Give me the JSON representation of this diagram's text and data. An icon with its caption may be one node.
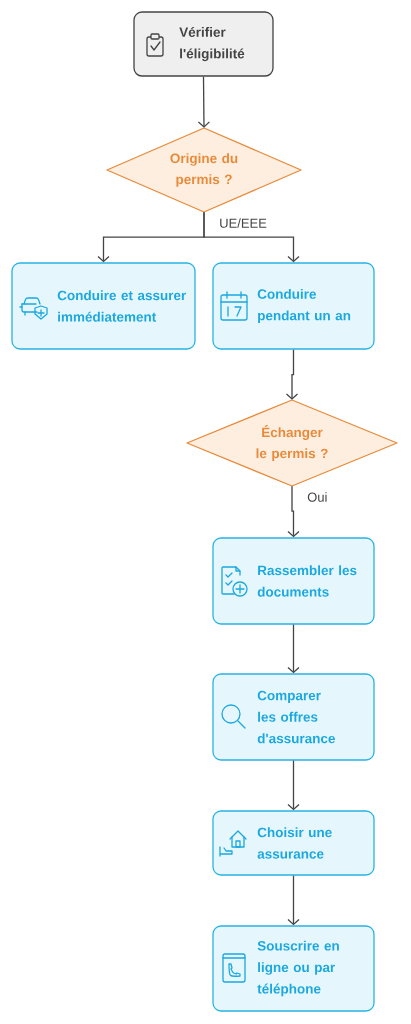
{
  "diagram": {
    "nodes": [
      {
        "text": [
          "Vérifier l'éligibilité"
        ]
      },
      {
        "text": [
          "Origine du permis ?"
        ]
      },
      {
        "text": [
          "Conduire et assurer immédiatement"
        ]
      },
      {
        "text": [
          "Conduire pendant un an"
        ]
      },
      {
        "text": [
          "Échanger le permis ?"
        ]
      },
      {
        "text": [
          "Rassembler les documents"
        ]
      },
      {
        "text": [
          "Comparer les offres d'assurance"
        ]
      },
      {
        "text": [
          "Choisir une assurance"
        ]
      },
      {
        "text": [
          "Souscrire en ligne ou par téléphone"
        ]
      }
    ],
    "edges": [
      {
        "from": 0,
        "to": 1,
        "arrow": "to"
      },
      {
        "from": 1,
        "to": 2,
        "arrow": "to",
        "label": "UE/EEE"
      },
      {
        "from": 1,
        "to": 3,
        "arrow": "to"
      },
      {
        "from": 3,
        "to": 4,
        "arrow": "to"
      },
      {
        "from": 4,
        "to": 5,
        "arrow": "to",
        "label": "Oui"
      },
      {
        "from": 5,
        "to": 6,
        "arrow": "to"
      },
      {
        "from": 6,
        "to": 7,
        "arrow": "to"
      },
      {
        "from": 7,
        "to": 8,
        "arrow": "to"
      }
    ]
  }
}
